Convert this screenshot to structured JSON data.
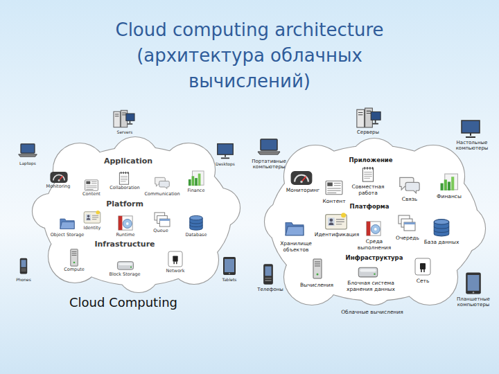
{
  "diagram": {
    "title": "Cloud computing architecture (архитектура облачных вычислений)",
    "nodes": [
      {
        "text": [
          "Application",
          "Monitoring",
          "Content",
          "Collaboration",
          "Communication",
          "Finance",
          "Platform",
          "Object Storage",
          "Identity",
          "Runtime",
          "Queue",
          "Database",
          "Infrastructure",
          "Compute",
          "Block Storage",
          "Network",
          "Cloud Computing"
        ]
      },
      {
        "text": [
          "Приложение",
          "Мониторинг",
          "Контент",
          "Совместная работа",
          "Связь",
          "Финансы",
          "Платформа",
          "Хранилище объектов",
          "Идентификация",
          "Среда выполнения",
          "Очередь",
          "База данных",
          "Инфраструктура",
          "Вычисления",
          "Блочная система хранения данных",
          "Сеть",
          "Облачные вычисления"
        ]
      }
    ],
    "edges": [],
    "labels": [
      "Servers",
      "Laptops",
      "Desktops",
      "Phones",
      "Tablets",
      "Серверы",
      "Портативные компьютеры",
      "Настольные компьютеры",
      "Телефоны",
      "Планшетные компьютеры"
    ]
  }
}
